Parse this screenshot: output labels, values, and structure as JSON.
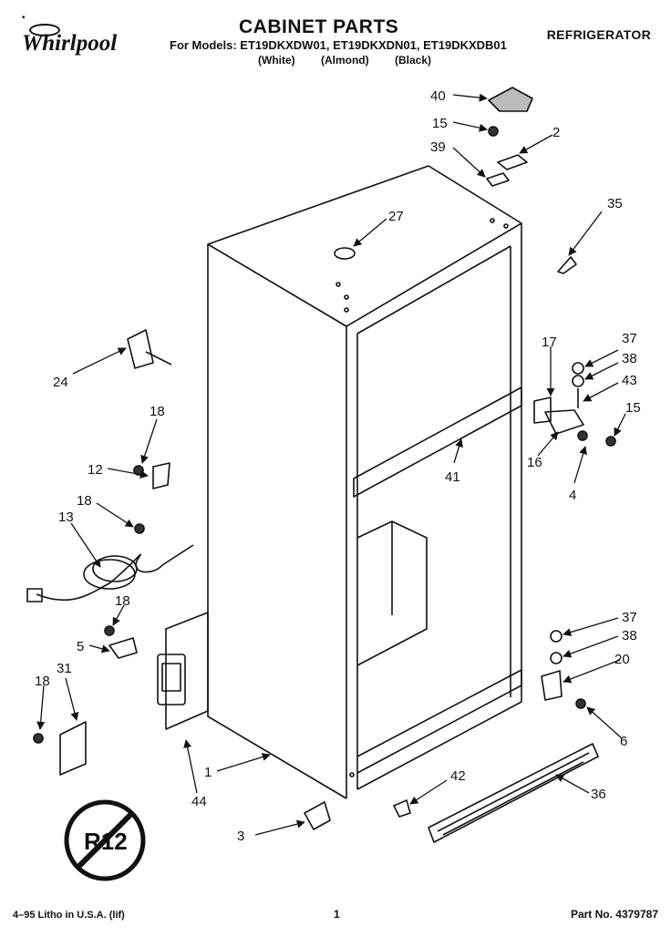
{
  "header": {
    "title": "CABINET PARTS",
    "models": "For Models: ET19DKXDW01, ET19DKXDN01, ET19DKXDB01",
    "variants": [
      "(White)",
      "(Almond)",
      "(Black)"
    ],
    "category": "REFRIGERATOR",
    "brand": "Whirlpool",
    "corner_mark": "▪"
  },
  "refrigerant_badge": "R12",
  "footer": {
    "left": "4–95 Litho in U.S.A. (lif)",
    "page": "1",
    "part_no": "Part No. 4379787"
  },
  "callouts": [
    "40",
    "15",
    "2",
    "39",
    "27",
    "35",
    "24",
    "18",
    "12",
    "18",
    "13",
    "18",
    "5",
    "31",
    "18",
    "1",
    "44",
    "3",
    "17",
    "37",
    "38",
    "43",
    "15",
    "16",
    "4",
    "41",
    "37",
    "38",
    "20",
    "6",
    "42",
    "36"
  ],
  "colors": {
    "ink": "#111111",
    "paper": "#ffffff"
  }
}
